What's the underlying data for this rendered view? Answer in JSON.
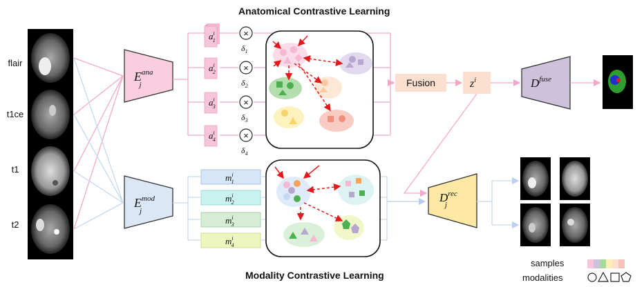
{
  "titles": {
    "anatomical": "Anatomical Contrastive Learning",
    "modality": "Modality Contrastive Learning"
  },
  "modalities": [
    "flair",
    "t1ce",
    "t1",
    "t2"
  ],
  "encoders": {
    "anatomy": {
      "base": "E",
      "sub": "j",
      "sup": "ana"
    },
    "modality": {
      "base": "E",
      "sub": "j",
      "sup": "mod"
    }
  },
  "anatomy_factors": [
    {
      "base": "a",
      "sub": "1",
      "sup": "i"
    },
    {
      "base": "a",
      "sub": "2",
      "sup": "i"
    },
    {
      "base": "a",
      "sub": "3",
      "sup": "i"
    },
    {
      "base": "a",
      "sub": "4",
      "sup": "i"
    }
  ],
  "modality_factors": [
    {
      "base": "m",
      "sub": "1",
      "sup": "i"
    },
    {
      "base": "m",
      "sub": "2",
      "sup": "i"
    },
    {
      "base": "m",
      "sub": "3",
      "sup": "i"
    },
    {
      "base": "m",
      "sub": "4",
      "sup": "i"
    }
  ],
  "multiply_symbol": "×",
  "deltas": [
    {
      "base": "δ",
      "sub": "1"
    },
    {
      "base": "δ",
      "sub": "2"
    },
    {
      "base": "δ",
      "sub": "3"
    },
    {
      "base": "δ",
      "sub": "4"
    }
  ],
  "fusion_label": "Fusion",
  "fused_code": {
    "base": "z",
    "sup": "i"
  },
  "decoders": {
    "fuse": {
      "base": "D",
      "sup": "fuse"
    },
    "rec": {
      "base": "D",
      "sub": "j",
      "sup": "rec"
    }
  },
  "legend": {
    "samples_label": "samples",
    "modalities_label": "modalities"
  },
  "colors": {
    "pink": "#f4b8d2",
    "pink_fill": "#f9d3e3",
    "pink_line": "#f2a9c7",
    "blue_line": "#c5d9f0",
    "blue_fill": "#d9e7f7",
    "purple_fill": "#cdc1dc",
    "yellow_fill": "#fde9a3",
    "fusion_fill": "#fbe0d0",
    "red_arrow": "#e31a1c",
    "m1_fill": "#d5e6f7",
    "m2_fill": "#c9f2ee",
    "m3_fill": "#d4edd4",
    "m4_fill": "#eef6bf"
  }
}
